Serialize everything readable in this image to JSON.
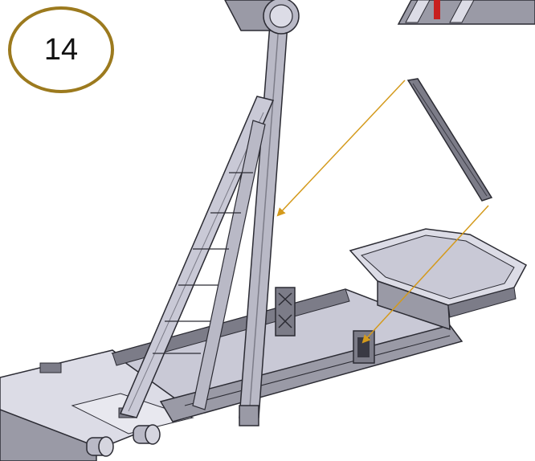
{
  "step": {
    "number": "14"
  },
  "colors": {
    "outline": "#9c7a1e",
    "arrow": "#d49a1c",
    "part_fill": "#c9c9d6",
    "part_light": "#dcdce6",
    "part_dark": "#7c7c88",
    "edge": "#2b2b33",
    "accent_red": "#c8201e"
  },
  "callouts": [
    {
      "name": "arrow-to-mast"
    },
    {
      "name": "arrow-to-bracket"
    }
  ]
}
